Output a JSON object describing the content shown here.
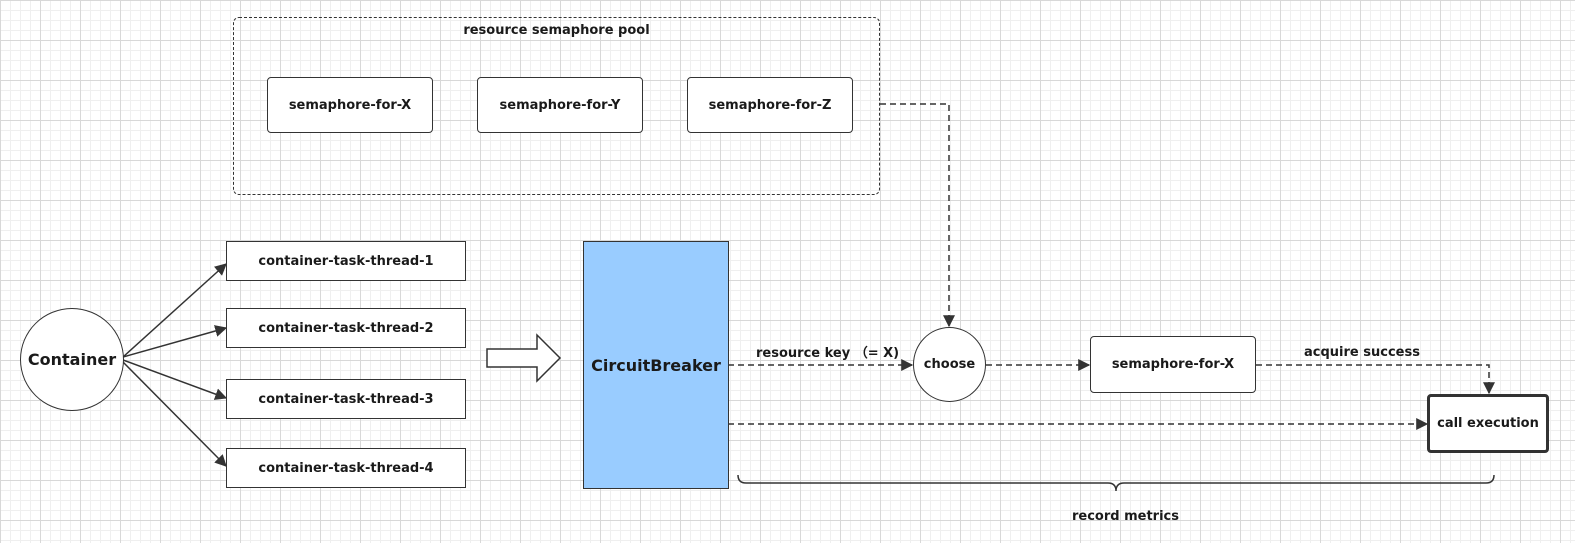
{
  "pool": {
    "title": "resource semaphore pool",
    "semaphores": [
      "semaphore-for-X",
      "semaphore-for-Y",
      "semaphore-for-Z"
    ]
  },
  "container": {
    "label": "Container"
  },
  "threads": [
    "container-task-thread-1",
    "container-task-thread-2",
    "container-task-thread-3",
    "container-task-thread-4"
  ],
  "circuit_breaker": {
    "label": "CircuitBreaker",
    "fill": "#99ccff"
  },
  "choose": {
    "label": "choose"
  },
  "selected_semaphore": {
    "label": "semaphore-for-X"
  },
  "call_execution": {
    "label": "call execution"
  },
  "edge_labels": {
    "resource_key": "resource key （= X)",
    "acquire_success": "acquire success",
    "record_metrics": "record metrics"
  }
}
